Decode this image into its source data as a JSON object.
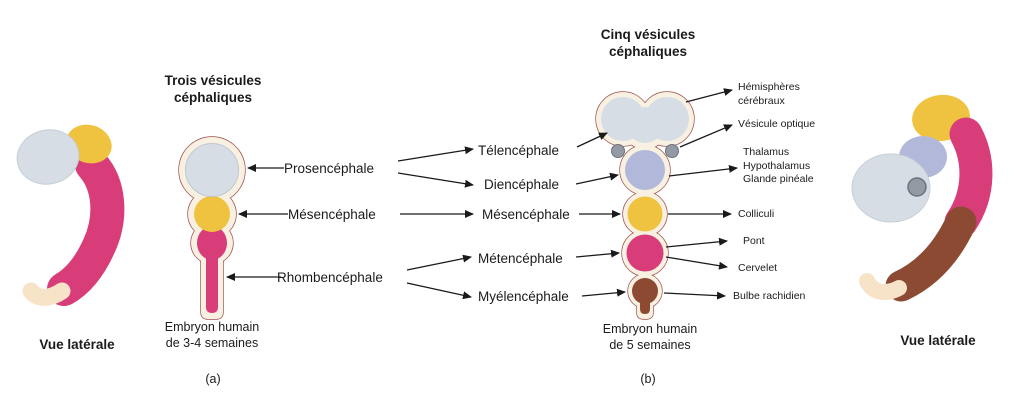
{
  "colors": {
    "background": "#ffffff",
    "prosencephalon_gray": "#d7dde4",
    "mesencephalon_yellow": "#efc340",
    "rhombencephalon_magenta": "#d83d7a",
    "diencephalon_lavender": "#b2b8da",
    "myelencephalon_brown": "#8c4a33",
    "tail_cream": "#f6e3c8",
    "wall_cream": "#f8f0e0",
    "outline_maroon": "#9c5050",
    "optic_vesicle_gray": "#949aa3",
    "arrow_black": "#1a1a1a"
  },
  "panel_a": {
    "title_lines": [
      "Trois vésicules",
      "céphaliques"
    ],
    "lateral_view_label": "Vue latérale",
    "caption_lines": [
      "Embryon humain",
      "de 3-4 semaines"
    ],
    "panel_letter": "(a)",
    "vesicle_labels": {
      "prosencephale": "Prosencéphale",
      "mesencephale": "Mésencéphale",
      "rhombencephale": "Rhombencéphale"
    }
  },
  "panel_b": {
    "title_lines": [
      "Cinq vésicules",
      "céphaliques"
    ],
    "lateral_view_label": "Vue latérale",
    "caption_lines": [
      "Embryon humain",
      "de 5 semaines"
    ],
    "panel_letter": "(b)",
    "vesicle_labels": {
      "telencephale": "Télencéphale",
      "diencephale": "Diencéphale",
      "mesencephale": "Mésencéphale",
      "metencephale": "Métencéphale",
      "myelencephale": "Myélencéphale"
    },
    "structure_labels": {
      "hemispheres_lines": [
        "Hémisphères",
        "cérébraux"
      ],
      "vesicule_optique": "Vésicule optique",
      "thalamus_lines": [
        "Thalamus",
        "Hypothalamus",
        "Glande pinéale"
      ],
      "colliculi": "Colliculi",
      "pont": "Pont",
      "cervelet": "Cervelet",
      "bulbe_rachidien": "Bulbe rachidien"
    }
  }
}
